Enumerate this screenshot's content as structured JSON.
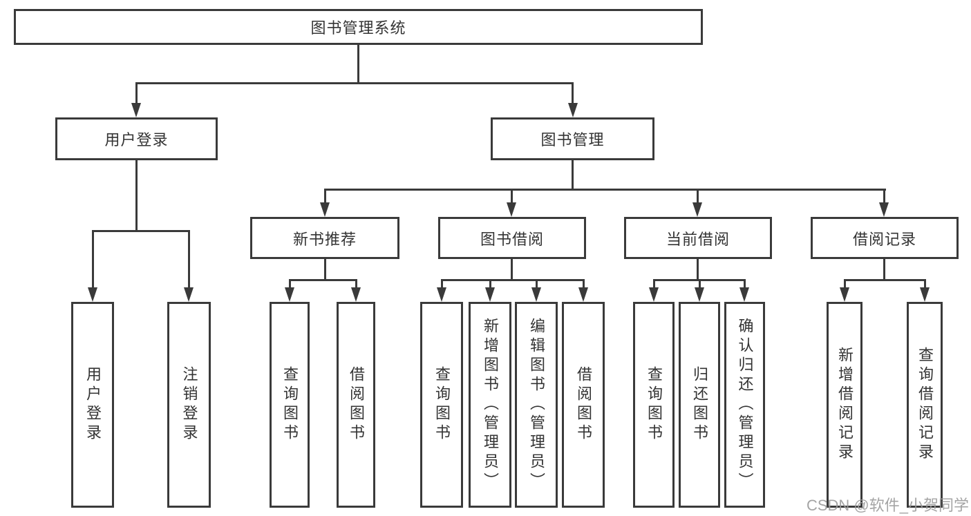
{
  "diagram": {
    "root": "图书管理系统",
    "level2": {
      "user_login": "用户登录",
      "book_management": "图书管理"
    },
    "level3": {
      "new_books": "新书推荐",
      "book_borrow": "图书借阅",
      "current_borrow": "当前借阅",
      "borrow_records": "借阅记录"
    },
    "leaves": {
      "user_login": [
        "用户登录",
        "注销登录"
      ],
      "new_books": [
        "查询图书",
        "借阅图书"
      ],
      "book_borrow": [
        "查询图书",
        "新增图书（管理员）",
        "编辑图书（管理员）",
        "借阅图书"
      ],
      "current_borrow": [
        "查询图书",
        "归还图书",
        "确认归还（管理员）"
      ],
      "borrow_records": [
        "新增借阅记录",
        "查询借阅记录"
      ]
    }
  },
  "watermark": "CSDN @软件_小贺同学",
  "colors": {
    "line": "#3a3a3a",
    "text": "#333333",
    "background": "#ffffff"
  }
}
